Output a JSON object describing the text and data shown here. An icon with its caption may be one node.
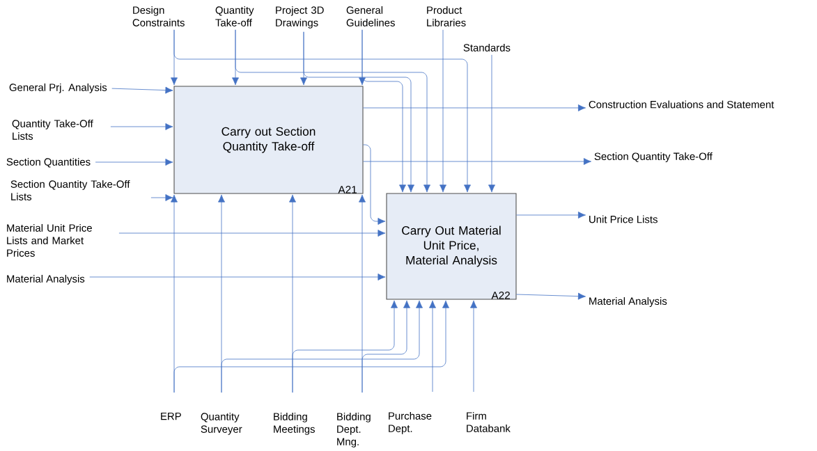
{
  "diagram": {
    "nodes": [
      {
        "text": [
          "Carry out Section Quantity Take-off",
          "A21"
        ]
      },
      {
        "text": [
          "Carry Out Material Unit Price, Material Analysis",
          "A22"
        ]
      },
      {
        "text": [
          "Design Constraints"
        ]
      },
      {
        "text": [
          "Quantity Take-off"
        ]
      },
      {
        "text": [
          "Project 3D Drawings"
        ]
      },
      {
        "text": [
          "General Guidelines"
        ]
      },
      {
        "text": [
          "Product Libraries"
        ]
      },
      {
        "text": [
          "Standards"
        ]
      },
      {
        "text": [
          "General Prj. Analysis"
        ]
      },
      {
        "text": [
          "Quantity Take-Off Lists"
        ]
      },
      {
        "text": [
          "Section Quantities"
        ]
      },
      {
        "text": [
          "Section Quantity Take-Off Lists"
        ]
      },
      {
        "text": [
          "Material Unit Price Lists and Market Prices"
        ]
      },
      {
        "text": [
          "Material Analysis"
        ]
      },
      {
        "text": [
          "Construction Evaluations and Statement"
        ]
      },
      {
        "text": [
          "Section Quantity Take-Off"
        ]
      },
      {
        "text": [
          "Unit Price Lists"
        ]
      },
      {
        "text": [
          "Material Analysis"
        ]
      },
      {
        "text": [
          "ERP"
        ]
      },
      {
        "text": [
          "Quantity Surveyer"
        ]
      },
      {
        "text": [
          "Bidding Meetings"
        ]
      },
      {
        "text": [
          "Bidding Dept. Mng."
        ]
      },
      {
        "text": [
          "Purchase Dept."
        ]
      },
      {
        "text": [
          "Firm Databank"
        ]
      }
    ],
    "edges": [
      {
        "from": 2,
        "to": 0,
        "arrow": "to"
      },
      {
        "from": 2,
        "to": 1,
        "arrow": "to"
      },
      {
        "from": 3,
        "to": 0,
        "arrow": "to"
      },
      {
        "from": 3,
        "to": 1,
        "arrow": "to"
      },
      {
        "from": 4,
        "to": 0,
        "arrow": "to"
      },
      {
        "from": 4,
        "to": 1,
        "arrow": "to"
      },
      {
        "from": 5,
        "to": 0,
        "arrow": "to"
      },
      {
        "from": 5,
        "to": 1,
        "arrow": "to"
      },
      {
        "from": 6,
        "to": 1,
        "arrow": "to"
      },
      {
        "from": 7,
        "to": 1,
        "arrow": "to"
      },
      {
        "from": 8,
        "to": 0,
        "arrow": "to"
      },
      {
        "from": 9,
        "to": 0,
        "arrow": "to"
      },
      {
        "from": 10,
        "to": 0,
        "arrow": "to"
      },
      {
        "from": 11,
        "to": 0,
        "arrow": "to"
      },
      {
        "from": 12,
        "to": 1,
        "arrow": "to"
      },
      {
        "from": 13,
        "to": 1,
        "arrow": "to"
      },
      {
        "from": 0,
        "to": 14,
        "arrow": "to"
      },
      {
        "from": 0,
        "to": 15,
        "arrow": "to"
      },
      {
        "from": 0,
        "to": 1,
        "arrow": "to"
      },
      {
        "from": 1,
        "to": 16,
        "arrow": "to"
      },
      {
        "from": 1,
        "to": 17,
        "arrow": "to"
      },
      {
        "from": 18,
        "to": 0,
        "arrow": "to"
      },
      {
        "from": 18,
        "to": 1,
        "arrow": "to"
      },
      {
        "from": 19,
        "to": 0,
        "arrow": "to"
      },
      {
        "from": 19,
        "to": 1,
        "arrow": "to"
      },
      {
        "from": 20,
        "to": 0,
        "arrow": "to"
      },
      {
        "from": 20,
        "to": 1,
        "arrow": "to"
      },
      {
        "from": 21,
        "to": 0,
        "arrow": "to"
      },
      {
        "from": 21,
        "to": 1,
        "arrow": "to"
      },
      {
        "from": 22,
        "to": 1,
        "arrow": "to"
      },
      {
        "from": 23,
        "to": 1,
        "arrow": "to"
      }
    ]
  }
}
